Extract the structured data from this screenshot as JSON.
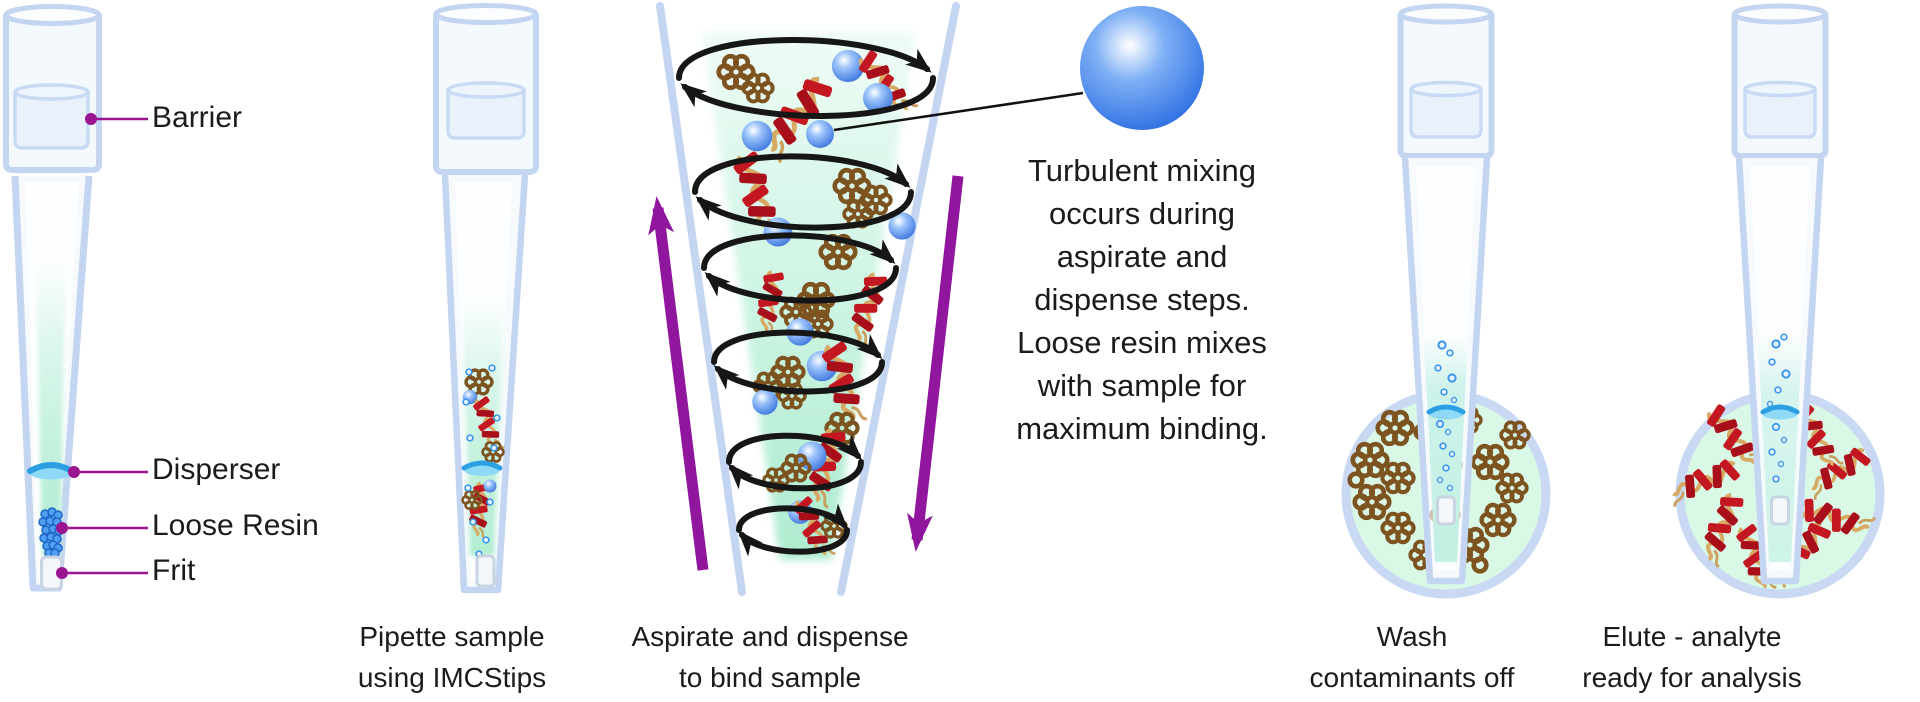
{
  "diagram": {
    "labels": {
      "barrier": "Barrier",
      "disperser": "Disperser",
      "loose_resin": "Loose Resin",
      "frit": "Frit"
    },
    "captions": {
      "step1": "Pipette sample\nusing IMCStips",
      "step2": "Aspirate and dispense\nto bind sample",
      "step3": "Wash\ncontaminants off",
      "step4": "Elute - analyte\nready for analysis"
    },
    "annotation": "Turbulent mixing\noccurs during\naspirate and\ndispense steps.\nLoose resin mixes\nwith sample for\nmaximum binding.",
    "colors": {
      "tip_outline": "#c3d5f1",
      "tip_fill": "#f4f9fd",
      "label_accent": "#9c1590",
      "arrow_purple": "#8f169d",
      "liquid_green": "#b5eed6",
      "droplet_green": "#d9f8e6",
      "disperser_blue": "#2b9fe2",
      "resin_brown": "#7d531f",
      "sphere_blue": "#2e7bdf",
      "protein_red": "#c31722",
      "protein_tan": "#d8a964",
      "arrow_black": "#161616",
      "text": "#1b1b1b"
    }
  }
}
